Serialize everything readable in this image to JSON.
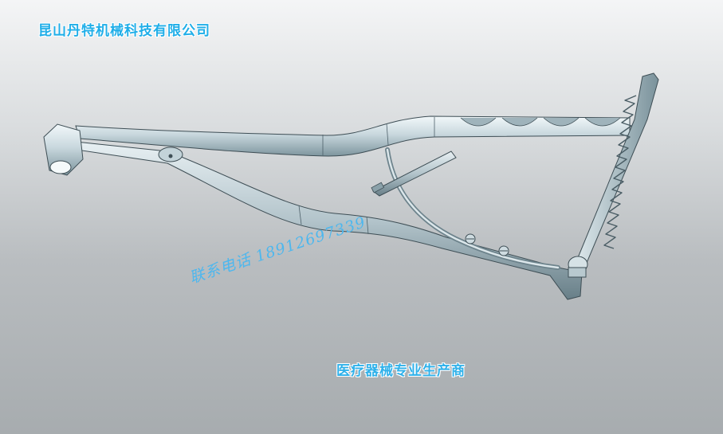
{
  "header": {
    "company_name": "昆山丹特机械科技有限公司"
  },
  "contact": {
    "phone_text": "联系电话 18912697339"
  },
  "footer": {
    "slogan": "医疗器械专业生产商"
  },
  "colors": {
    "text_blue": "#1faee8",
    "metal_light": "#dfeaef",
    "metal_mid": "#b6c8d0",
    "metal_dark": "#6f8891",
    "edge": "#3e4e55"
  },
  "icons": [
    "surgical-retractor-3d-model"
  ]
}
